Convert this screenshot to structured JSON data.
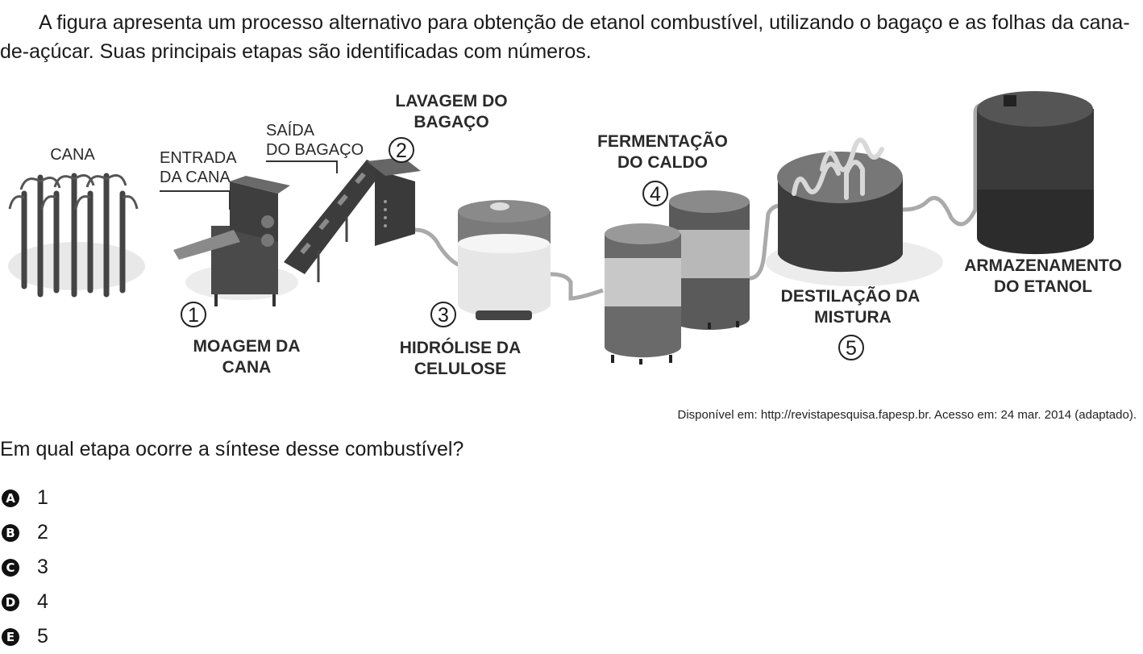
{
  "intro": "A figura apresenta um processo alternativo para obtenção de etanol combustível, utilizando o bagaço e as folhas da cana-de-açúcar. Suas principais etapas são identificadas com números.",
  "figure": {
    "labels": {
      "cana": "CANA",
      "entrada_l1": "ENTRADA",
      "entrada_l2": "DA CANA",
      "saida_l1": "SAÍDA",
      "saida_l2": "DO BAGAÇO",
      "lavagem_l1": "LAVAGEM DO",
      "lavagem_l2": "BAGAÇO",
      "fermentacao_l1": "FERMENTAÇÃO",
      "fermentacao_l2": "DO CALDO",
      "moagem_l1": "MOAGEM DA",
      "moagem_l2": "CANA",
      "hidrolise_l1": "HIDRÓLISE DA",
      "hidrolise_l2": "CELULOSE",
      "destilacao_l1": "DESTILAÇÃO DA",
      "destilacao_l2": "MISTURA",
      "armazenamento_l1": "ARMAZENAMENTO",
      "armazenamento_l2": "DO ETANOL"
    },
    "steps": {
      "s1": "1",
      "s2": "2",
      "s3": "3",
      "s4": "4",
      "s5": "5"
    }
  },
  "source": "Disponível em: http://revistapesquisa.fapesp.br. Acesso em: 24 mar. 2014 (adaptado).",
  "question": "Em qual etapa ocorre a síntese desse combustível?",
  "options": [
    {
      "letter": "A",
      "text": "1"
    },
    {
      "letter": "B",
      "text": "2"
    },
    {
      "letter": "C",
      "text": "3"
    },
    {
      "letter": "D",
      "text": "4"
    },
    {
      "letter": "E",
      "text": "5"
    }
  ]
}
